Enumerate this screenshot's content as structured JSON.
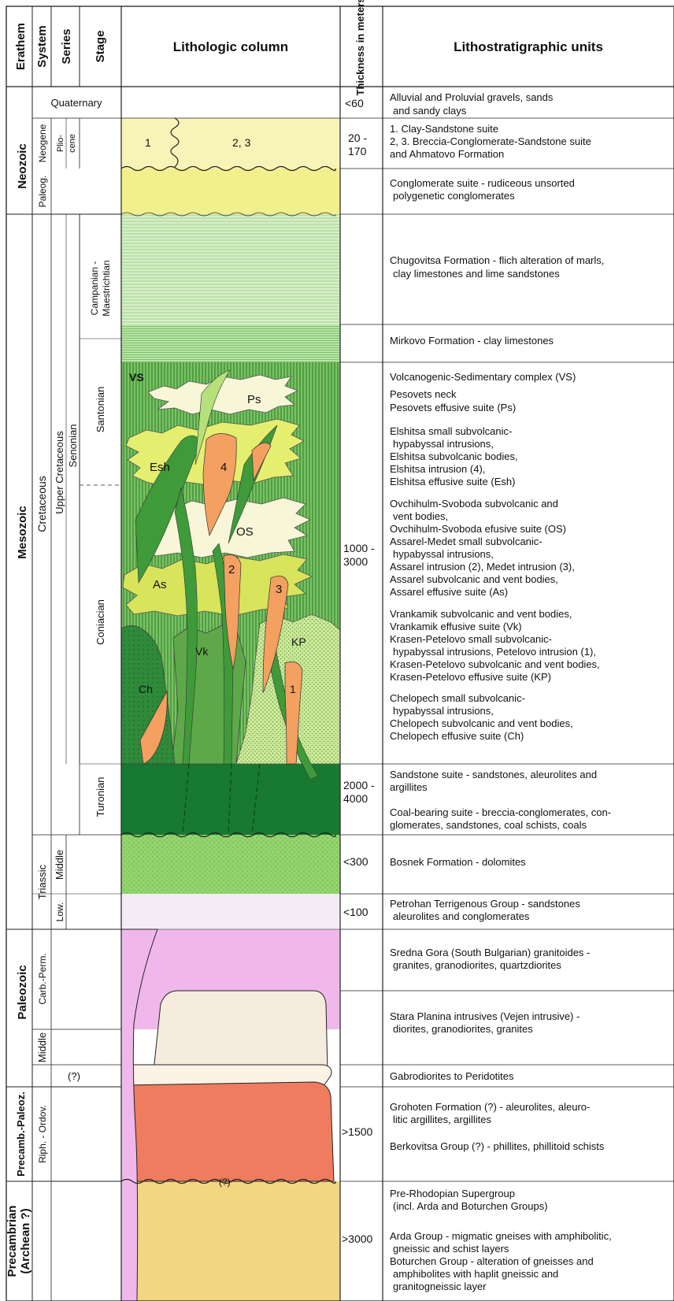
{
  "headers": {
    "erathem": "Erathem",
    "system": "System",
    "series": "Series",
    "stage": "Stage",
    "column": "Lithologic column",
    "thickness": "Thickness in meters",
    "units": "Lithostratigraphic units"
  },
  "erathems": {
    "neozoic": "Neozoic",
    "mesozoic": "Mesozoic",
    "paleozoic": "Paleozoic",
    "precamb_paleoz": "Precamb.-Paleoz.",
    "precambrian_1": "Precambrian",
    "precambrian_2": "(Archean ?)"
  },
  "systems": {
    "quaternary": "Quaternary",
    "neogene": "Neogene",
    "paleog": "Paleog.",
    "cretaceous": "Cretaceous",
    "triassic": "Triassic",
    "carb_perm": "Carb.-Perm.",
    "middle_pz": "Middle",
    "unknown": "(?)",
    "riph_ordov": "Riph. - Ordov."
  },
  "series": {
    "plio_1": "Plio-",
    "plio_2": "cene",
    "upper_cretaceous": "Upper Cretaceous",
    "senonian": "Senonian",
    "middle_tr": "Middle",
    "low_tr": "Low."
  },
  "stages": {
    "campanian_1": "Campanian -",
    "campanian_2": "Maestrichtian",
    "santonian": "Santonian",
    "coniacian": "Coniacian",
    "turonian": "Turonian"
  },
  "column_labels": {
    "n1": "1",
    "n23": "2, 3",
    "vs": "VS",
    "ps": "Ps",
    "esh": "Esh",
    "i4": "4",
    "os": "OS",
    "as": "As",
    "i2": "2",
    "i3": "3",
    "kp": "KP",
    "vk": "Vk",
    "ch": "Ch",
    "i1": "1",
    "q": "(?)"
  },
  "thickness": {
    "t_lt60": "<60",
    "t_20": "20 -",
    "t_170": "170",
    "t_1000": "1000 -",
    "t_3000": "3000",
    "t_2000": "2000 -",
    "t_4000": "4000",
    "t_lt300": "<300",
    "t_lt100": "<100",
    "t_gt1500": ">1500",
    "t_gt3000": ">3000"
  },
  "units": {
    "u1a": "Alluvial and Proluvial gravels, sands",
    "u1b": "and sandy clays",
    "u2a": "1. Clay-Sandstone suite",
    "u2b": "2, 3. Breccia-Conglomerate-Sandstone suite",
    "u2c": "and Ahmatovo Formation",
    "u3a": "Conglomerate suite - rudiceous unsorted",
    "u3b": "polygenetic conglomerates",
    "u4a": "Chugovitsa Formation - flich alteration of  marls,",
    "u4b": "clay limestones and lime sandstones",
    "u5a": "Mirkovo Formation - clay limestones",
    "u6a": "Volcanogenic-Sedimentary complex (VS)",
    "u6b": "Pesovets neck",
    "u6c": "Pesovets effusive suite (Ps)",
    "u6d": "Elshitsa small subvolcanic-",
    "u6e": "hypabyssal intrusions,",
    "u6f": "Elshitsa subvolcanic bodies,",
    "u6g": "Elshitsa intrusion (4),",
    "u6h": "Elshitsa effusive suite (Esh)",
    "u6i": "Ovchihulm-Svoboda subvolcanic and",
    "u6j": "vent bodies,",
    "u6k": "Ovchihulm-Svoboda efusive suite (OS)",
    "u6l": "Assarel-Medet small subvolcanic-",
    "u6m": "hypabyssal intrusions,",
    "u6n": "Assarel intrusion (2), Medet intrusion (3),",
    "u6o": "Assarel subvolcanic and vent bodies,",
    "u6p": "Assarel effusive suite (As)",
    "u6q": "Vrankamik subvolcanic and vent bodies,",
    "u6r": "Vrankamik effusive suite (Vk)",
    "u6s": "Krasen-Petelovo small subvolcanic-",
    "u6t": "hypabyssal intrusions, Petelovo intrusion (1),",
    "u6u": "Krasen-Petelovo subvolcanic and vent bodies,",
    "u6v": "Krasen-Petelovo effusive suite (KP)",
    "u6w": "Chelopech small subvolcanic-",
    "u6x": "hypabyssal intrusions,",
    "u6y": "Chelopech subvolcanic and vent bodies,",
    "u6z": "Chelopech effusive suite (Ch)",
    "u7a": "Sandstone suite - sandstones, aleurolites and",
    "u7b": "argillites",
    "u7c": "Coal-bearing suite - breccia-conglomerates, con-",
    "u7d": "glomerates, sandstones, coal schists, coals",
    "u8a": "Bosnek Formation - dolomites",
    "u9a": "Petrohan Terrigenous Group - sandstones",
    "u9b": "aleurolites and conglomerates",
    "u10a": "Sredna Gora (South Bulgarian) granitoides -",
    "u10b": "granites, granodiorites, quartzdiorites",
    "u11a": "Stara Planina intrusives (Vejen intrusive) -",
    "u11b": "diorites, granodiorites, granites",
    "u12a": "Gabrodiorites to Peridotites",
    "u13a": "Grohoten Formation (?) - aleurolites, aleuro-",
    "u13b": "litic argillites, argillites",
    "u13c": "Berkovitsa Group (?) - phillites, phillitoid schists",
    "u14a": "Pre-Rhodopian Supergroup",
    "u14b": "(incl. Arda and Boturchen Groups)",
    "u14c": "Arda Group - migmatic gneises with amphibolitic,",
    "u14d": "gneissic and schist layers",
    "u14e": "Boturchen Group - alteration of gneisses and",
    "u14f": "amphibolites with  haplit gneissic and",
    "u14g": "granitogneissic layer"
  },
  "colors": {
    "paleogene": "#f2f08c",
    "neogene": "#f8f4b8",
    "campanian": "#d4efc4",
    "mirkovo": "#b6e2a6",
    "santonian_bg": "#86c86e",
    "turonian": "#177a30",
    "triassic_mid": "#93d46f",
    "triassic_low": "#f4ecf4",
    "granitoid": "#f0b8ea",
    "stara_planina": "#f5ecde",
    "precamb_paleoz": "#ef7c5e",
    "archean": "#f2d680",
    "intrusion": "#f4a060",
    "volcanic_light": "#f7f6d8",
    "volcanic_yellow": "#e6ee70",
    "volcanic_green": "#3f9a3a"
  }
}
